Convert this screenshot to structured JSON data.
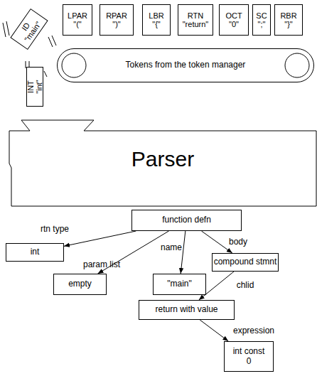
{
  "diagram": {
    "nodes": [
      {
        "text": [
          "ID",
          "\"main\""
        ]
      },
      {
        "text": [
          "LPAR",
          "\"(\""
        ]
      },
      {
        "text": [
          "RPAR",
          "\")\""
        ]
      },
      {
        "text": [
          "LBR",
          "\"{\""
        ]
      },
      {
        "text": [
          "RTN",
          "\"return\""
        ]
      },
      {
        "text": [
          "OCT",
          "\"0\""
        ]
      },
      {
        "text": [
          "SC",
          "\";\""
        ]
      },
      {
        "text": [
          "RBR",
          "\"}\""
        ]
      },
      {
        "text": [
          "Tokens from the token manager"
        ]
      },
      {
        "text": [
          "INT",
          "\"int\""
        ]
      },
      {
        "text": [
          "Parser"
        ]
      },
      {
        "text": [
          "function defn"
        ]
      },
      {
        "text": [
          "int"
        ]
      },
      {
        "text": [
          "empty"
        ]
      },
      {
        "text": [
          "\"main\""
        ]
      },
      {
        "text": [
          "compound stmnt"
        ]
      },
      {
        "text": [
          "return with value"
        ]
      },
      {
        "text": [
          "int const 0"
        ]
      }
    ],
    "edges": [
      {
        "from": 11,
        "to": 12,
        "arrow": "to",
        "label": "rtn type"
      },
      {
        "from": 11,
        "to": 13,
        "arrow": "to",
        "label": "param list"
      },
      {
        "from": 11,
        "to": 14,
        "arrow": "to",
        "label": "name"
      },
      {
        "from": 11,
        "to": 15,
        "arrow": "to",
        "label": "body"
      },
      {
        "from": 15,
        "to": 16,
        "arrow": "to",
        "label": "chlid"
      },
      {
        "from": 16,
        "to": 17,
        "arrow": "to",
        "label": "expression"
      }
    ]
  }
}
